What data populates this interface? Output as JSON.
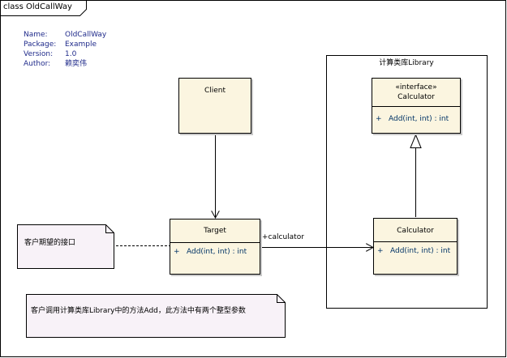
{
  "frame": {
    "label": "class OldCallWay"
  },
  "metadata": [
    {
      "key": "Name:",
      "value": "OldCallWay"
    },
    {
      "key": "Package:",
      "value": "Example"
    },
    {
      "key": "Version:",
      "value": "1.0"
    },
    {
      "key": "Author:",
      "value": "赖奕伟"
    }
  ],
  "library_package": {
    "title": "计算类库Library"
  },
  "classes": {
    "client": {
      "name": "Client"
    },
    "target": {
      "name": "Target",
      "operation": {
        "visibility": "+",
        "signature": "Add(int, int) : int"
      }
    },
    "interface_calculator": {
      "stereotype": "«interface»",
      "name": "Calculator",
      "operation": {
        "visibility": "+",
        "signature": "Add(int, int) : int"
      }
    },
    "calculator": {
      "name": "Calculator",
      "operation": {
        "visibility": "+",
        "signature": "Add(int, int) : int"
      }
    }
  },
  "associations": {
    "target_calculator_role": "+calculator"
  },
  "notes": {
    "client_interface": "客户期望的接口",
    "description": "客户调用计算类库Library中的方法Add，此方法中有两个整型参数"
  }
}
